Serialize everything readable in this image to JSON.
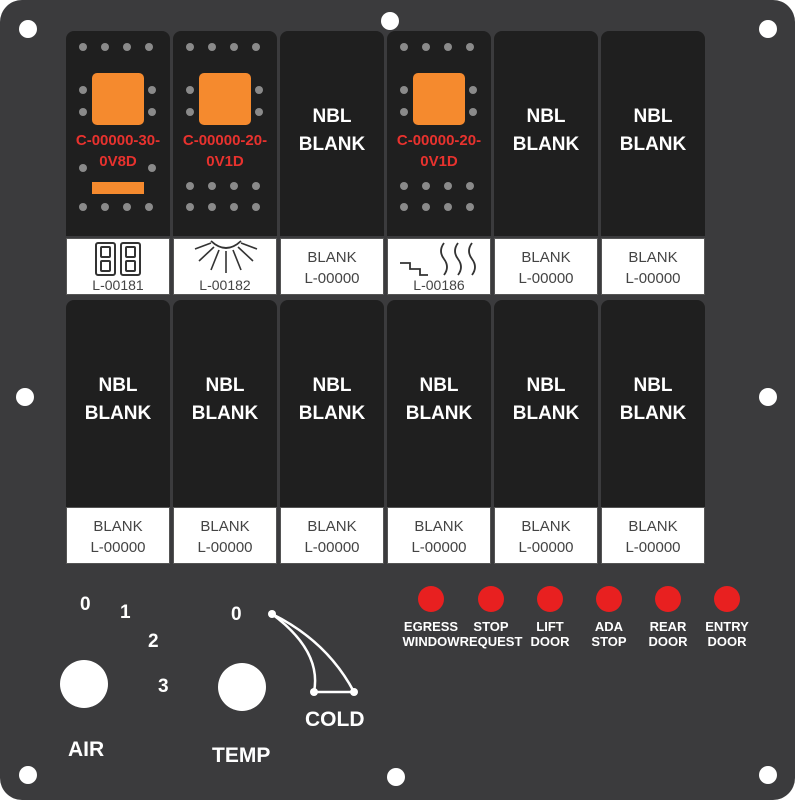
{
  "top_row": [
    {
      "type": "lit",
      "code": [
        "C-00000-30-",
        "0V8D"
      ],
      "has_bar": true,
      "label_code": "L-00181",
      "label_icon": "seat-icon"
    },
    {
      "type": "lit",
      "code": [
        "C-00000-20-",
        "0V1D"
      ],
      "has_bar": false,
      "label_code": "L-00182",
      "label_icon": "sun-icon"
    },
    {
      "type": "blank",
      "text": [
        "NBL",
        "BLANK"
      ],
      "label": [
        "BLANK",
        "L-00000"
      ]
    },
    {
      "type": "lit",
      "code": [
        "C-00000-20-",
        "0V1D"
      ],
      "has_bar": false,
      "label_code": "L-00186",
      "label_icon": "heat-stairs-icon"
    },
    {
      "type": "blank",
      "text": [
        "NBL",
        "BLANK"
      ],
      "label": [
        "BLANK",
        "L-00000"
      ]
    },
    {
      "type": "blank",
      "text": [
        "NBL",
        "BLANK"
      ],
      "label": [
        "BLANK",
        "L-00000"
      ]
    }
  ],
  "bottom_row": [
    {
      "text": [
        "NBL",
        "BLANK"
      ],
      "label": [
        "BLANK",
        "L-00000"
      ]
    },
    {
      "text": [
        "NBL",
        "BLANK"
      ],
      "label": [
        "BLANK",
        "L-00000"
      ]
    },
    {
      "text": [
        "NBL",
        "BLANK"
      ],
      "label": [
        "BLANK",
        "L-00000"
      ]
    },
    {
      "text": [
        "NBL",
        "BLANK"
      ],
      "label": [
        "BLANK",
        "L-00000"
      ]
    },
    {
      "text": [
        "NBL",
        "BLANK"
      ],
      "label": [
        "BLANK",
        "L-00000"
      ]
    },
    {
      "text": [
        "NBL",
        "BLANK"
      ],
      "label": [
        "BLANK",
        "L-00000"
      ]
    }
  ],
  "air": {
    "label": "AIR",
    "positions": [
      "0",
      "1",
      "2",
      "3"
    ]
  },
  "temp": {
    "label": "TEMP",
    "zero": "0",
    "cold": "COLD"
  },
  "indicators": [
    {
      "line1": "EGRESS",
      "line2": "WINDOW"
    },
    {
      "line1": "STOP",
      "line2": "REQUEST"
    },
    {
      "line1": "LIFT",
      "line2": "DOOR"
    },
    {
      "line1": "ADA",
      "line2": "STOP"
    },
    {
      "line1": "REAR",
      "line2": "DOOR"
    },
    {
      "line1": "ENTRY",
      "line2": "DOOR"
    }
  ],
  "colors": {
    "panel": "#3b3b3d",
    "switch": "#1f1f1f",
    "rocker": "#f58a2e",
    "code": "#e8322e",
    "led": "#e82020"
  }
}
